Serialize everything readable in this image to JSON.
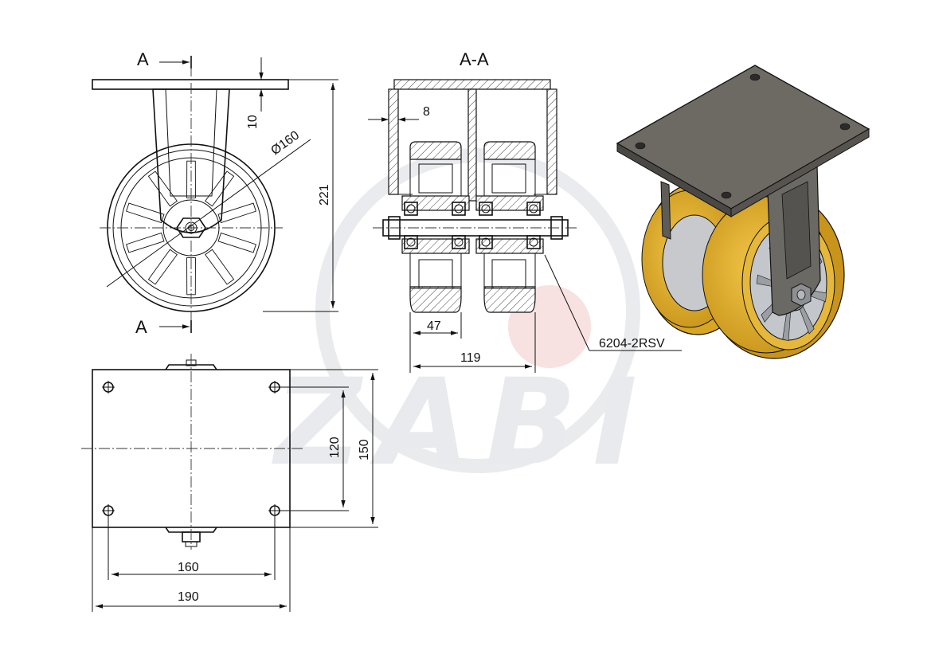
{
  "watermark": {
    "text": "ZABI"
  },
  "section_labels": {
    "cut_top": "A",
    "cut_bottom": "A",
    "section_title": "A-A"
  },
  "dimensions": {
    "plate_thickness": "10",
    "wheel_diameter": "Ø160",
    "overall_height": "221",
    "flange_gap": "8",
    "tread_width": "47",
    "overall_width": "119",
    "bearing": "6204-2RSV",
    "hole_spacing_y": "120",
    "plate_width_y": "150",
    "hole_spacing_x": "160",
    "plate_length_x": "190"
  },
  "colors": {
    "line": "#111111",
    "tread": "#e6b32a",
    "tread_dark": "#b98a12",
    "plate": "#6d6a64",
    "plate_dark": "#4a4844",
    "hub": "#c7c9cc",
    "watermark": "#e4e6ea",
    "watermark_red": "#f6d9d9"
  }
}
